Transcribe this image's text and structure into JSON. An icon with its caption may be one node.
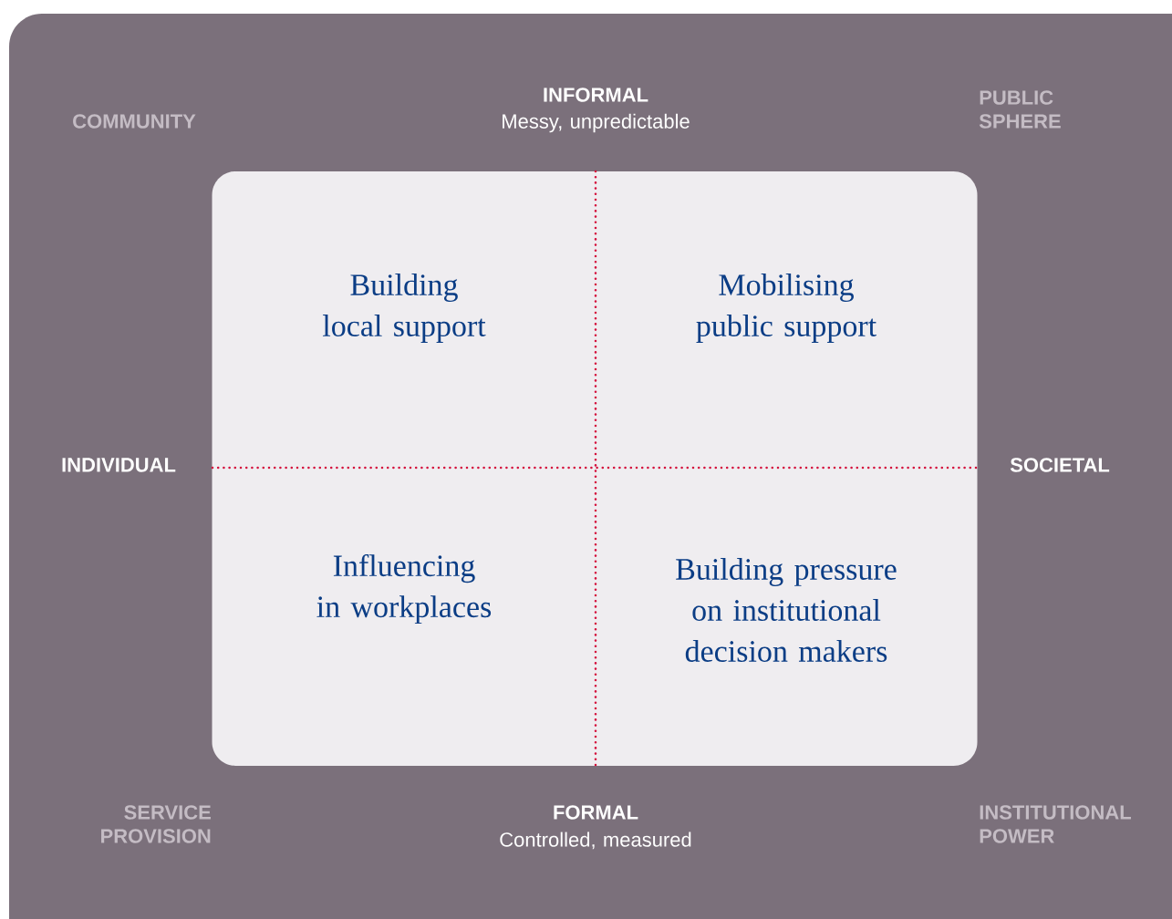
{
  "diagram": {
    "nodes": [
      {
        "text": [
          "Building local support",
          "Mobilising public support",
          "Influencing in workplaces",
          "Building pressure on institutional decision makers"
        ]
      }
    ],
    "labels": [
      "INFORMAL",
      "Messy, unpredictable",
      "COMMUNITY",
      "PUBLIC SPHERE",
      "INDIVIDUAL",
      "SOCIETAL",
      "SERVICE PROVISION",
      "FORMAL",
      "Controlled, measured",
      "INSTITUTIONAL POWER"
    ]
  }
}
